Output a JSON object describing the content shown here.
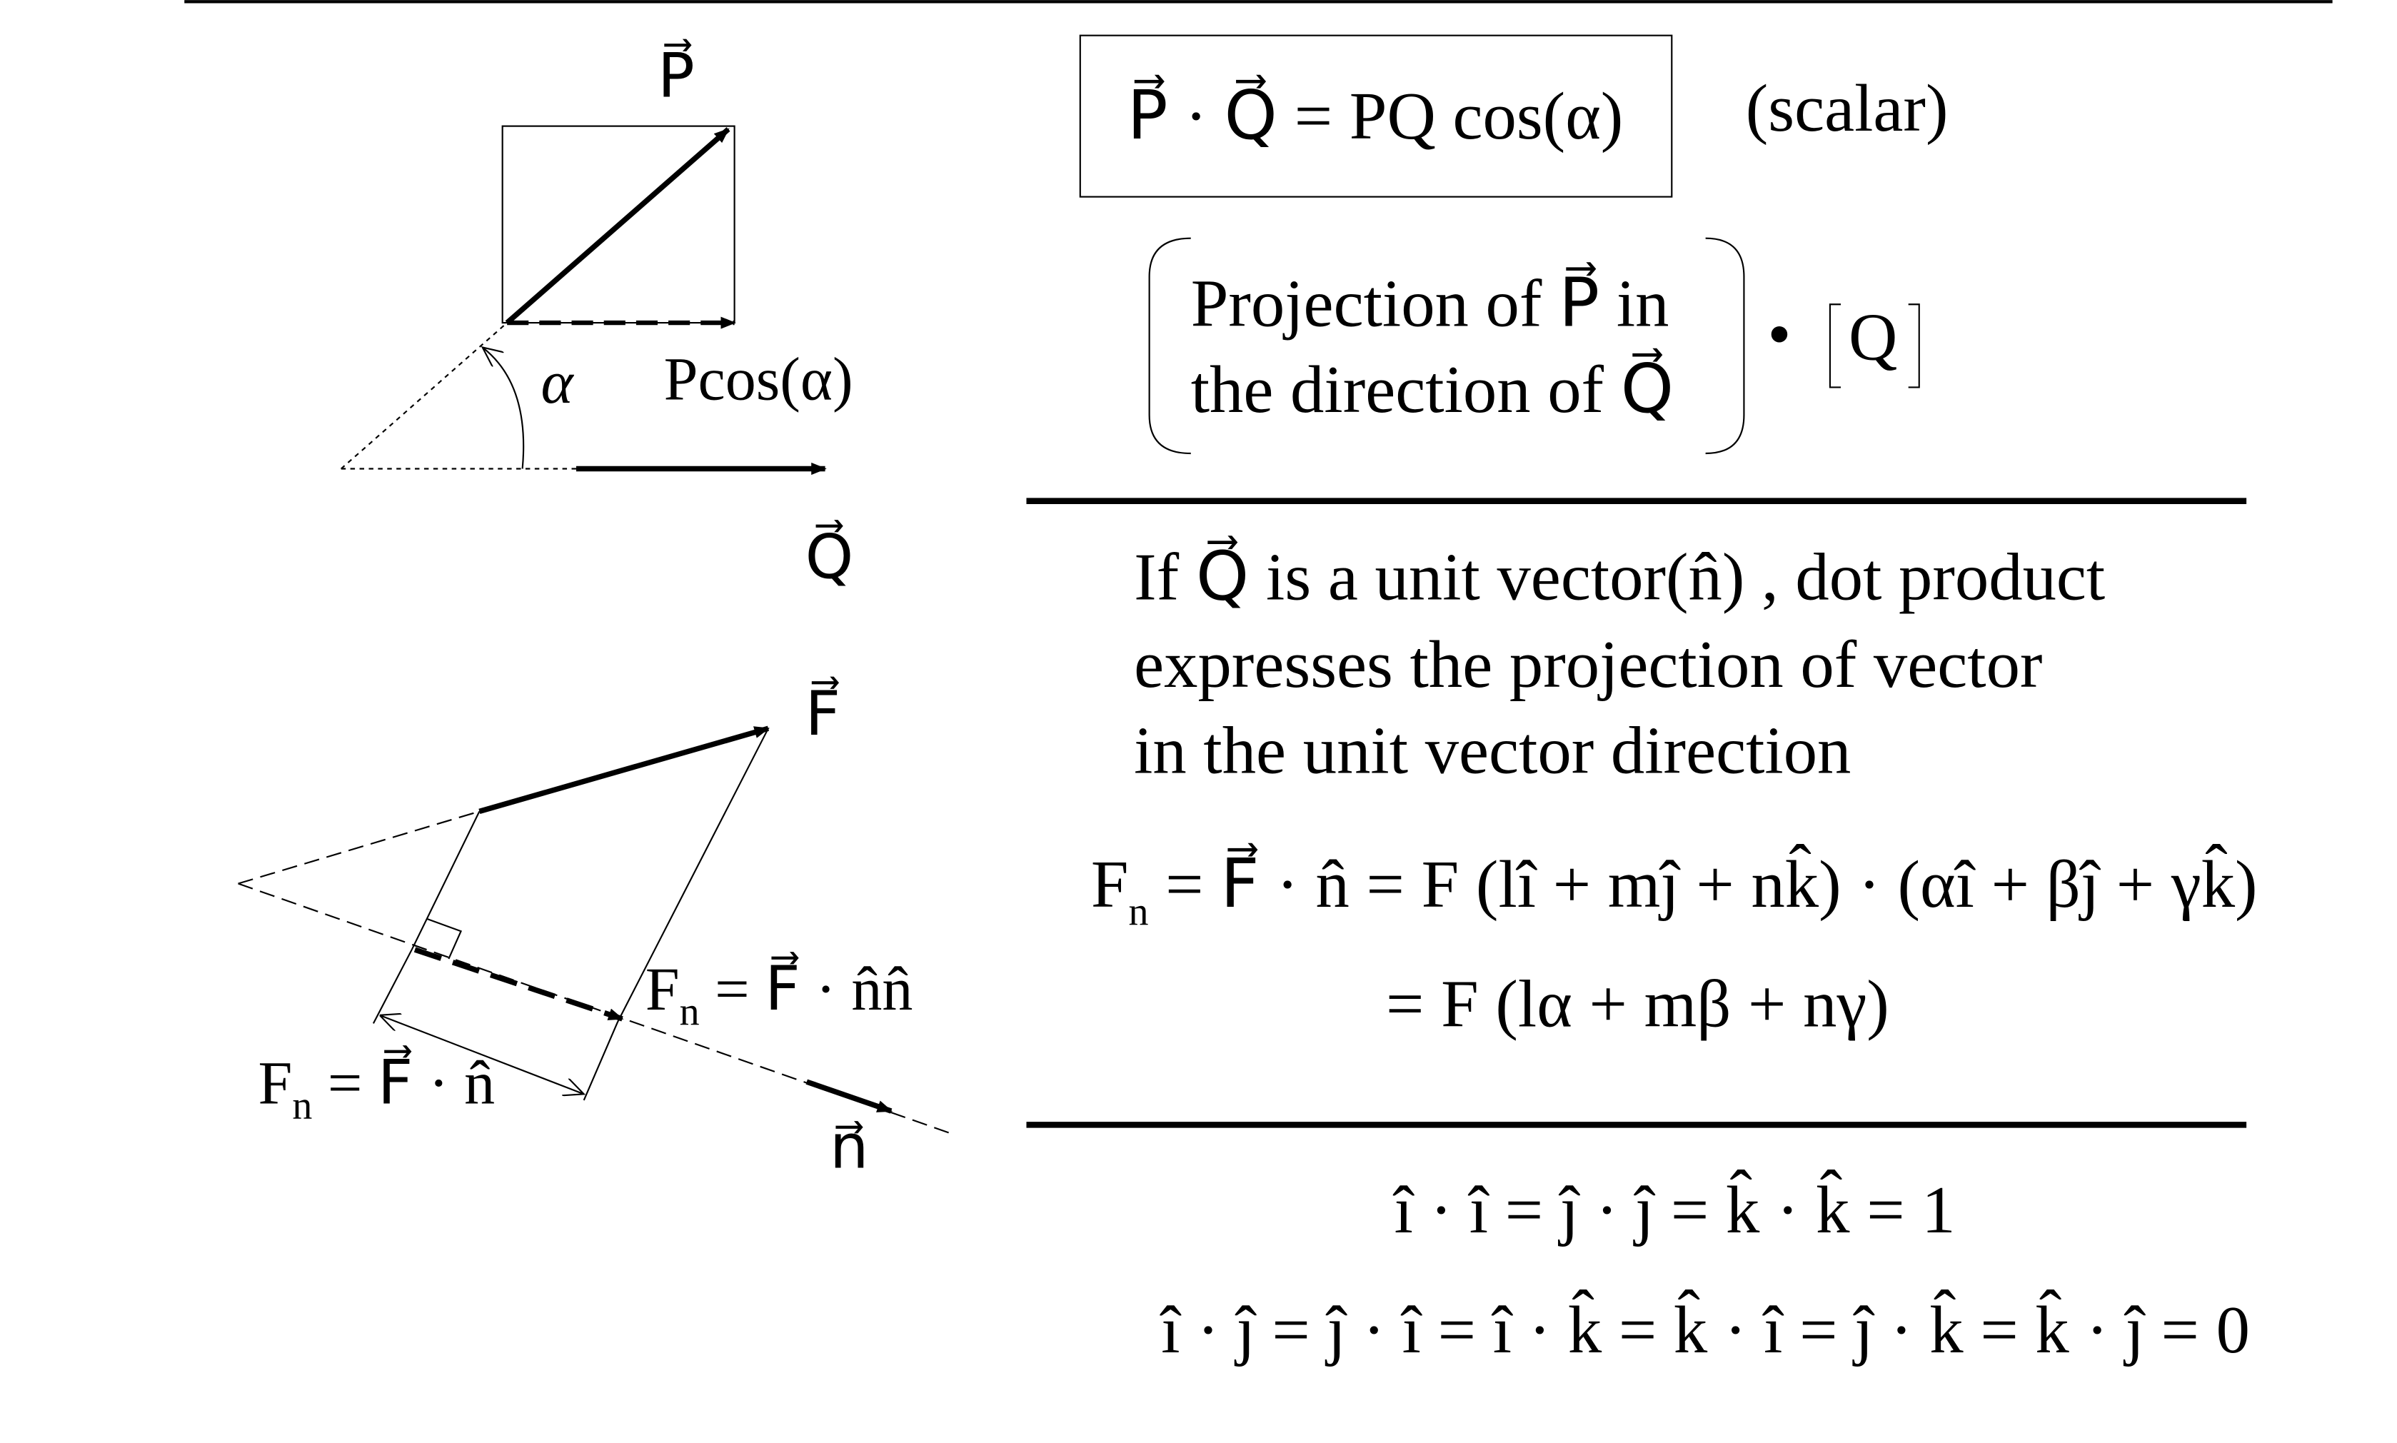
{
  "diagram1": {
    "label_P": "P⃗",
    "label_alpha": "α",
    "label_pcos": "Pcos(α)",
    "label_Q": "Q⃗"
  },
  "formulas": {
    "dot_def": "P⃗ · Q⃗ = PQ cos(α)",
    "scalar": "(scalar)",
    "projection_line1": "Projection of  P⃗ in",
    "projection_line2": "the direction of  Q⃗",
    "bullet": "•",
    "Q_bracket": "Q",
    "unit_text": [
      "If Q⃗  is a unit vector(n̂) , dot product",
      "expresses the projection of vector",
      "in the unit vector direction"
    ],
    "fn_F": "F",
    "fn_sub": "n",
    "fn_rest": " = F⃗ · n̂ = F (lî + mĵ + nk̂) · (αî + βĵ + γk̂)",
    "fn_line2": "= F (lα + mβ + nγ)",
    "unit_eq1": "î · î = ĵ · ĵ = k̂ · k̂ = 1",
    "unit_eq2": "î · ĵ = ĵ · î = î · k̂ = k̂ · î = ĵ · k̂ = k̂ · ĵ = 0"
  },
  "diagram2": {
    "label_F": "F⃗",
    "label_Fn_vec_F": "F",
    "label_Fn_vec_sub": "n",
    "label_Fn_vec_rest": " = F⃗ · n̂n̂",
    "label_Fn_F": "F",
    "label_Fn_sub": "n",
    "label_Fn_rest": " = F⃗ · n̂",
    "label_n": "n⃗"
  }
}
